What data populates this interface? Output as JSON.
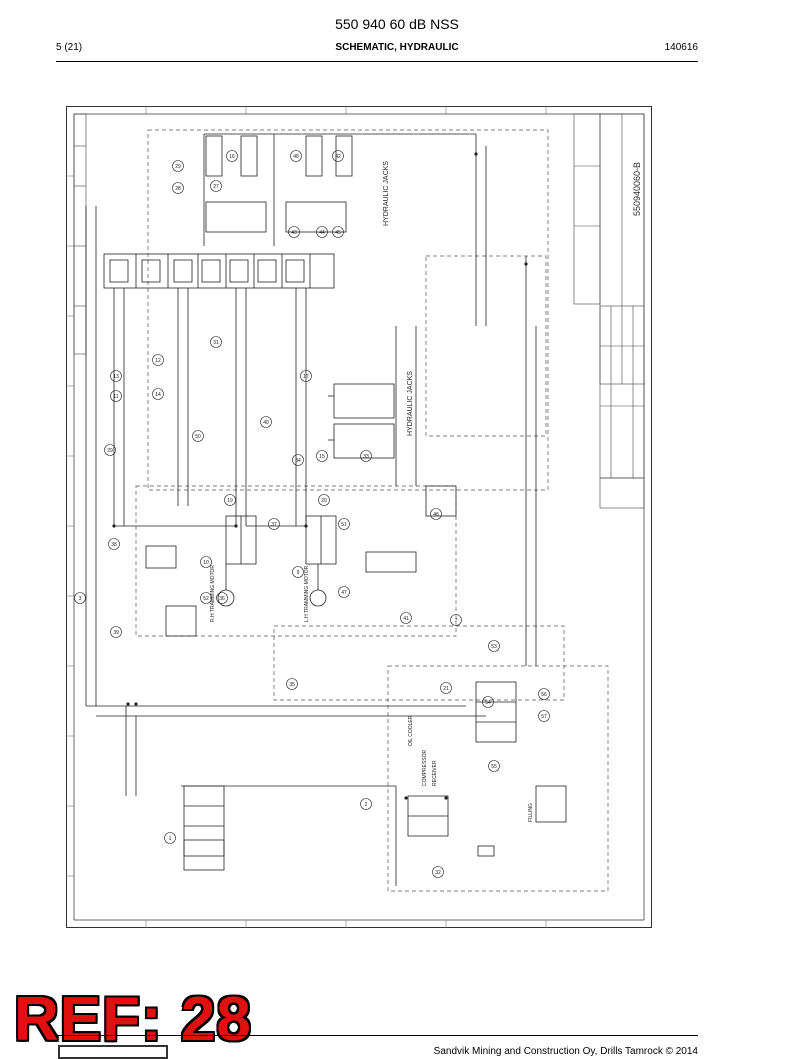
{
  "header": {
    "doc_title": "550 940 60 dB NSS",
    "page": "5 (21)",
    "section": "SCHEMATIC, HYDRAULIC",
    "date_code": "140616"
  },
  "schematic": {
    "drawing_no": "550940060-B",
    "jacks_label": "HYDRAULIC JACKS",
    "jacks_label_2": "HYDRAULIC JACKS",
    "motor_left": "R.H TRAMMING MOTOR",
    "motor_right": "L.H TRAMMING MOTOR",
    "oil_cooler": "OIL COOLER",
    "compressor": "COMPRESSOR",
    "receiver": "RECEIVER",
    "filling": "FILLING",
    "callouts": [
      "29",
      "28",
      "27",
      "16",
      "48",
      "42",
      "43",
      "44",
      "45",
      "13",
      "11",
      "12",
      "14",
      "31",
      "17",
      "29",
      "50",
      "40",
      "15",
      "34",
      "33",
      "19",
      "20",
      "37",
      "51",
      "46",
      "38",
      "10",
      "9",
      "36",
      "47",
      "41",
      "39",
      "52",
      "7",
      "53",
      "54",
      "56",
      "57",
      "55",
      "35",
      "21",
      "2",
      "32",
      "1",
      "3"
    ]
  },
  "footer": {
    "ref_stamp": "REF: 28",
    "copyright": "Sandvik Mining and Construction Oy, Drills Tamrock © 2014"
  }
}
